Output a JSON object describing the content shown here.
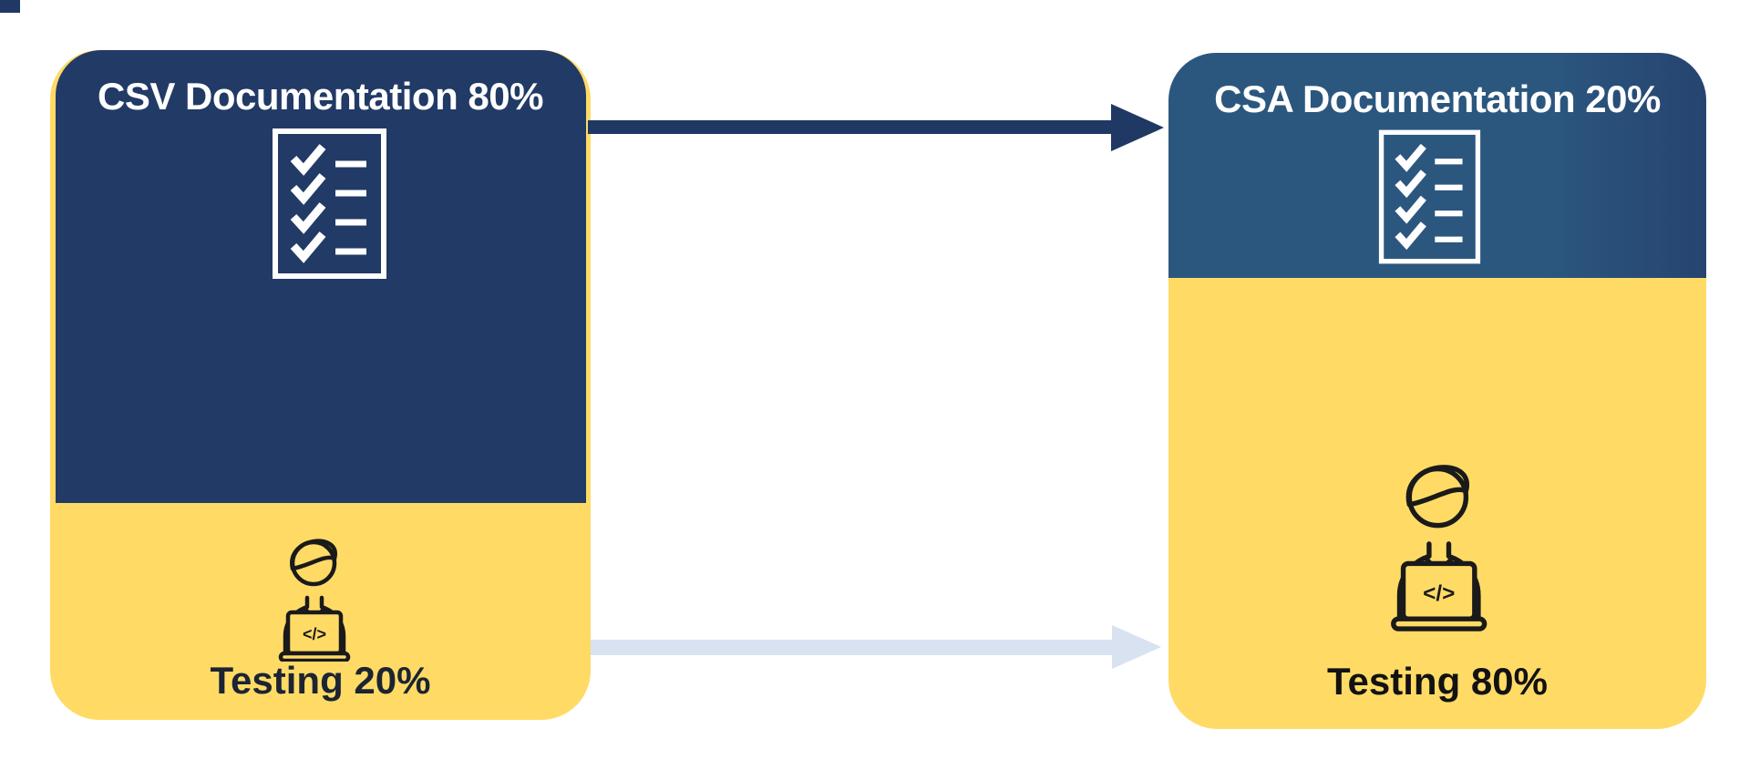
{
  "left_card": {
    "title": "CSV Documentation 80%",
    "testing_label": "Testing 20%",
    "code_glyph": "</>",
    "documentation_pct": "80%",
    "testing_pct": "20%",
    "colors": {
      "documentation_bg": "#213A66",
      "testing_bg": "#FFDB66",
      "title_text": "#FFFFFF",
      "testing_text": "#1C2433",
      "checklist_icon": "#FFFFFF",
      "person_icon": "#1A1A1A"
    }
  },
  "right_card": {
    "title": "CSA Documentation 20%",
    "testing_label": "Testing 80%",
    "code_glyph": "</>",
    "documentation_pct": "20%",
    "testing_pct": "80%",
    "colors": {
      "documentation_bg": "#2B577F",
      "testing_bg": "#FFDB66",
      "title_text": "#FFFFFF",
      "testing_text": "#121212",
      "checklist_icon": "#FFFFFF",
      "person_icon": "#1A1A1A"
    }
  },
  "arrows": {
    "top": {
      "color": "#1F3864",
      "direction": "left-to-right"
    },
    "bottom": {
      "color": "#D9E2F1",
      "direction": "left-to-right"
    }
  },
  "background": "#FFFFFF"
}
